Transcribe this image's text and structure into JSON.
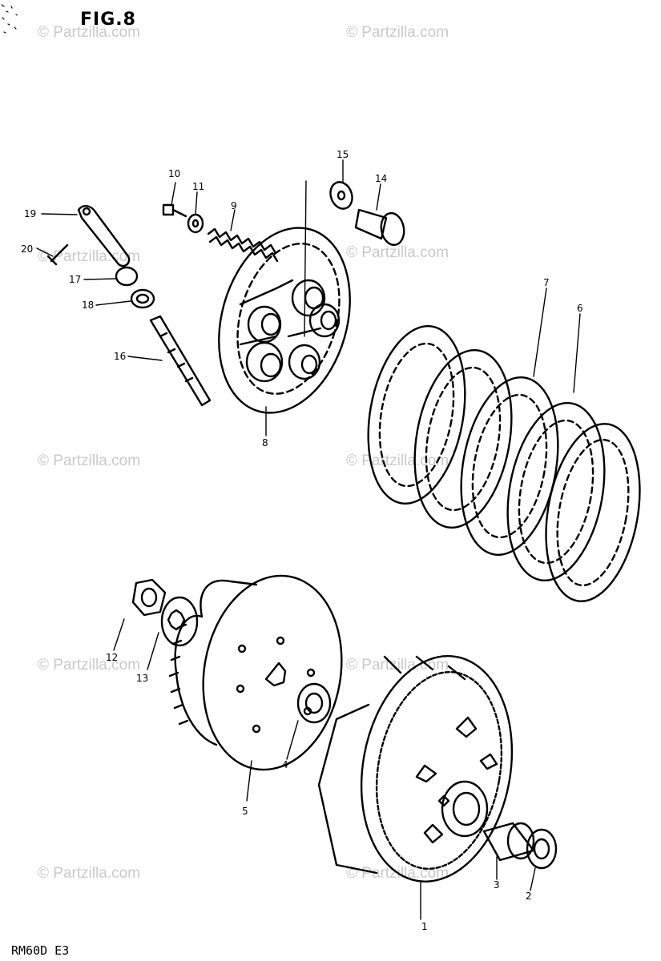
{
  "figure": {
    "title": "FIG.8",
    "model_code": "RM60D E3"
  },
  "watermarks": [
    "© Partzilla.com",
    "© Partzilla.com",
    "© Partzilla.com",
    "© Partzilla.com",
    "© Partzilla.com",
    "© Partzilla.com",
    "© Partzilla.com",
    "© Partzilla.com",
    "© Partzilla.com",
    "© Partzilla.com"
  ],
  "callouts": [
    "1",
    "2",
    "3",
    "4",
    "5",
    "6",
    "7",
    "8",
    "9",
    "10",
    "11",
    "12",
    "13",
    "14",
    "15",
    "16",
    "17",
    "18",
    "19",
    "20"
  ],
  "colors": {
    "ink": "#000000",
    "paper": "#ffffff",
    "watermark": "#c9c9c9"
  }
}
